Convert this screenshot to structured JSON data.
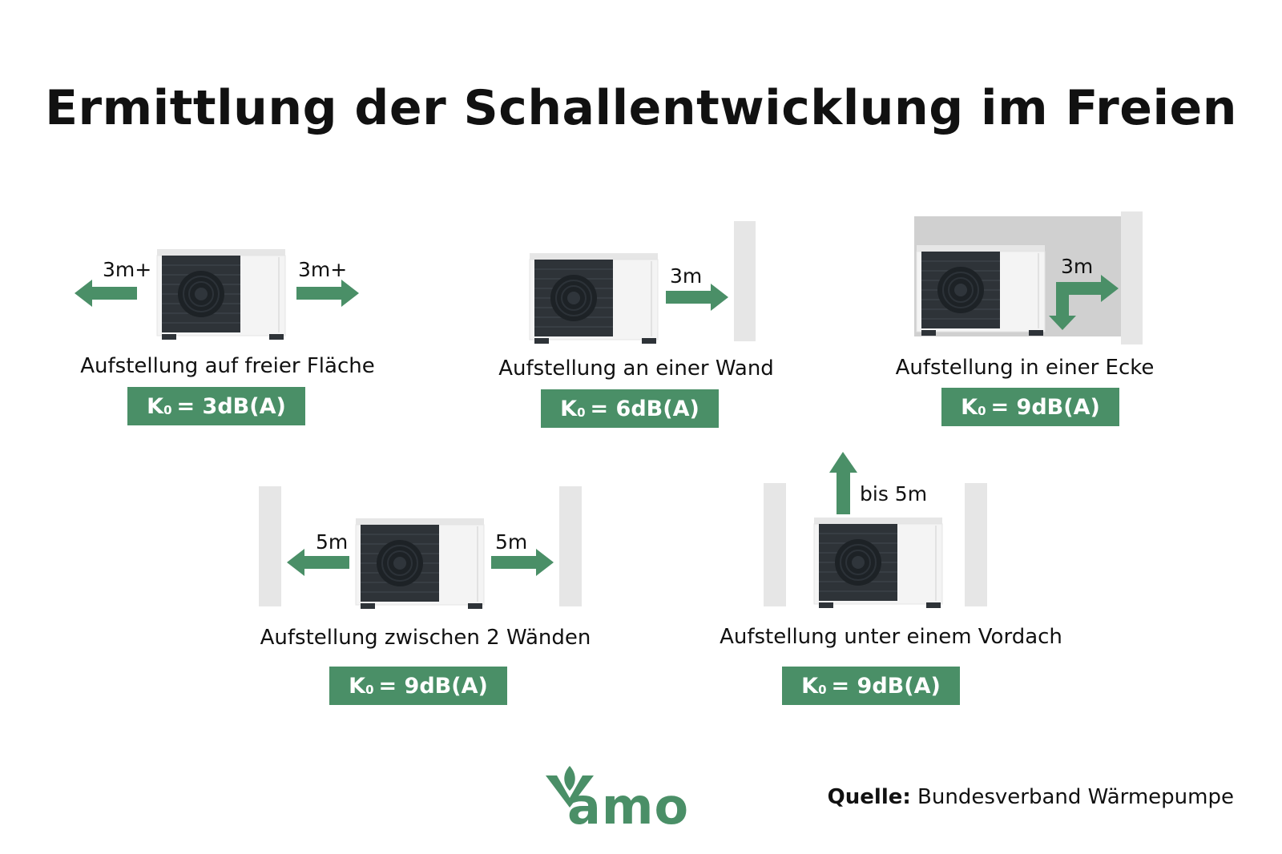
{
  "title": "Ermittlung der Schallentwicklung im Freien",
  "colors": {
    "accent": "#4a8f67",
    "wall": "#e6e6e6",
    "corner_bg": "#d0d0d0",
    "unit_dark": "#2e3338"
  },
  "scenarios": [
    {
      "label": "Aufstellung auf freier Fläche",
      "distances": [
        "3m+",
        "3m+"
      ],
      "k_symbol": "K",
      "k_sub": "0",
      "k_value": "= 3dB(A)"
    },
    {
      "label": "Aufstellung an einer Wand",
      "distances": [
        "3m"
      ],
      "k_symbol": "K",
      "k_sub": "0",
      "k_value": "= 6dB(A)"
    },
    {
      "label": "Aufstellung in einer Ecke",
      "distances": [
        "3m"
      ],
      "k_symbol": "K",
      "k_sub": "0",
      "k_value": "= 9dB(A)"
    },
    {
      "label": "Aufstellung zwischen 2 Wänden",
      "distances": [
        "5m",
        "5m"
      ],
      "k_symbol": "K",
      "k_sub": "0",
      "k_value": "= 9dB(A)"
    },
    {
      "label": "Aufstellung unter einem Vordach",
      "distances": [
        "bis 5m"
      ],
      "k_symbol": "K",
      "k_sub": "0",
      "k_value": "= 9dB(A)"
    }
  ],
  "logo": {
    "text": "amo",
    "icon": "leaf-v-icon"
  },
  "source": {
    "label": "Quelle:",
    "value": "Bundesverband Wärmepumpe"
  }
}
